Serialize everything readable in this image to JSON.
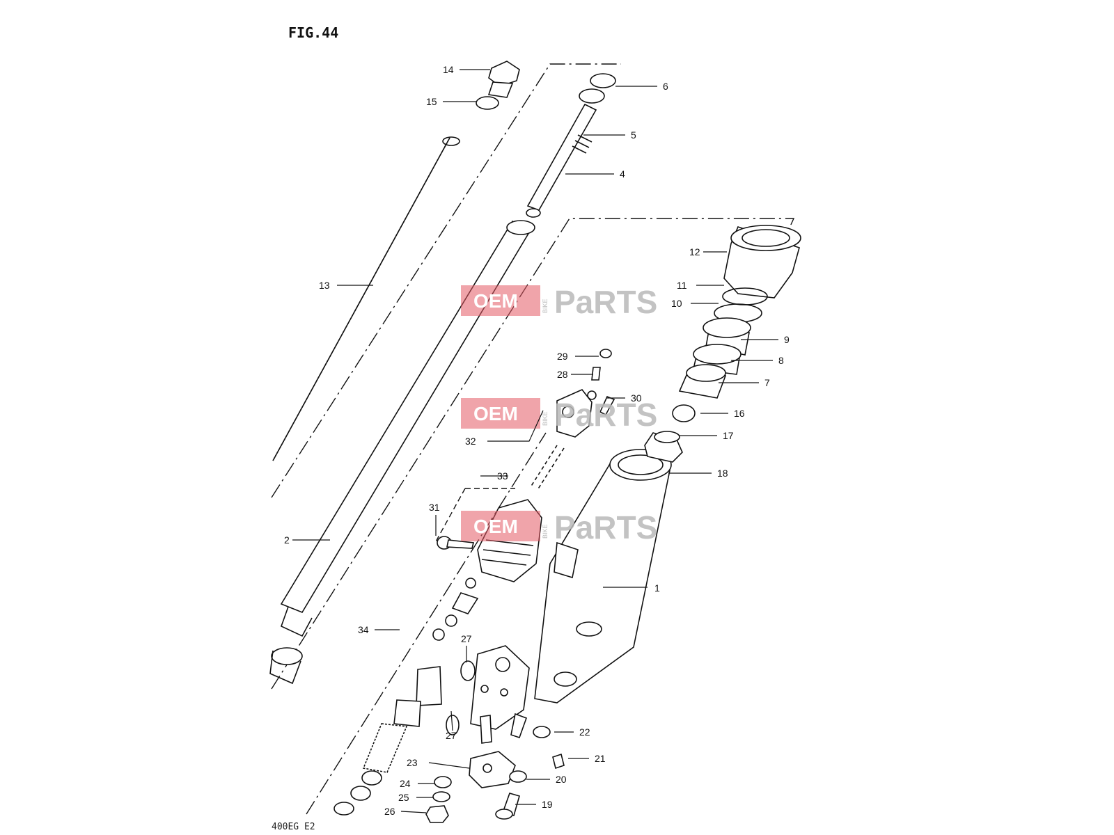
{
  "diagram": {
    "figure_title": "FIG.44",
    "footer_code": "400EG E2",
    "watermark": {
      "oem": "OEM",
      "bike": "BIKE",
      "parts": "PaRTS",
      "brand_color": "#e35a64"
    },
    "callouts": [
      {
        "id": "c1",
        "label": "1"
      },
      {
        "id": "c2",
        "label": "2"
      },
      {
        "id": "c4",
        "label": "4"
      },
      {
        "id": "c5",
        "label": "5"
      },
      {
        "id": "c6",
        "label": "6"
      },
      {
        "id": "c7",
        "label": "7"
      },
      {
        "id": "c8",
        "label": "8"
      },
      {
        "id": "c9",
        "label": "9"
      },
      {
        "id": "c10",
        "label": "10"
      },
      {
        "id": "c11",
        "label": "11"
      },
      {
        "id": "c12",
        "label": "12"
      },
      {
        "id": "c13",
        "label": "13"
      },
      {
        "id": "c14",
        "label": "14"
      },
      {
        "id": "c15",
        "label": "15"
      },
      {
        "id": "c16",
        "label": "16"
      },
      {
        "id": "c17",
        "label": "17"
      },
      {
        "id": "c18",
        "label": "18"
      },
      {
        "id": "c19",
        "label": "19"
      },
      {
        "id": "c20",
        "label": "20"
      },
      {
        "id": "c21",
        "label": "21"
      },
      {
        "id": "c22",
        "label": "22"
      },
      {
        "id": "c23",
        "label": "23"
      },
      {
        "id": "c24",
        "label": "24"
      },
      {
        "id": "c25",
        "label": "25"
      },
      {
        "id": "c26",
        "label": "26"
      },
      {
        "id": "c27a",
        "label": "27"
      },
      {
        "id": "c27b",
        "label": "27"
      },
      {
        "id": "c28",
        "label": "28"
      },
      {
        "id": "c29",
        "label": "29"
      },
      {
        "id": "c30",
        "label": "30"
      },
      {
        "id": "c31",
        "label": "31"
      },
      {
        "id": "c32",
        "label": "32"
      },
      {
        "id": "c33",
        "label": "33"
      },
      {
        "id": "c34",
        "label": "34"
      }
    ]
  }
}
